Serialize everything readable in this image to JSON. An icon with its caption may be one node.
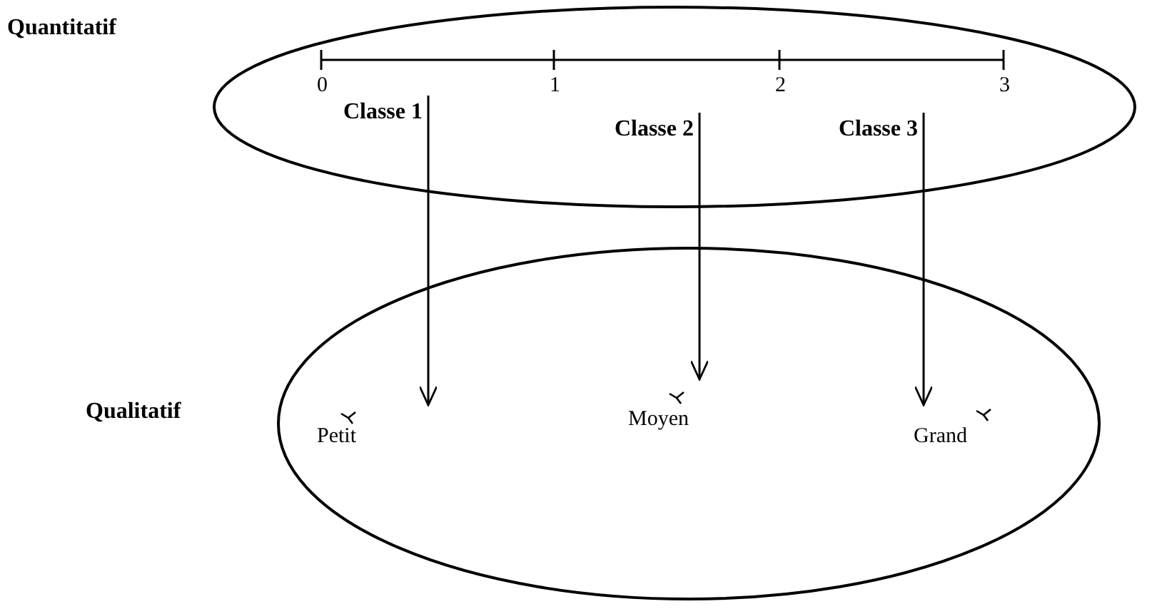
{
  "diagram": {
    "nodes": [
      {
        "text": [
          "Quantitatif"
        ]
      },
      {
        "text": [
          "Classe 1"
        ],
        "in": 0
      },
      {
        "text": [
          "Classe 2"
        ],
        "in": 0
      },
      {
        "text": [
          "Classe 3"
        ],
        "in": 0
      },
      {
        "text": [
          "Qualitatif"
        ]
      },
      {
        "text": [
          "Petit"
        ],
        "in": 4
      },
      {
        "text": [
          "Moyen"
        ],
        "in": 4
      },
      {
        "text": [
          "Grand"
        ],
        "in": 4
      }
    ],
    "edges": [
      {
        "from": 1,
        "to": 5,
        "arrow": "to"
      },
      {
        "from": 2,
        "to": 6,
        "arrow": "to"
      },
      {
        "from": 3,
        "to": 7,
        "arrow": "to"
      }
    ],
    "labels": [
      "0",
      "1",
      "2",
      "3"
    ]
  }
}
